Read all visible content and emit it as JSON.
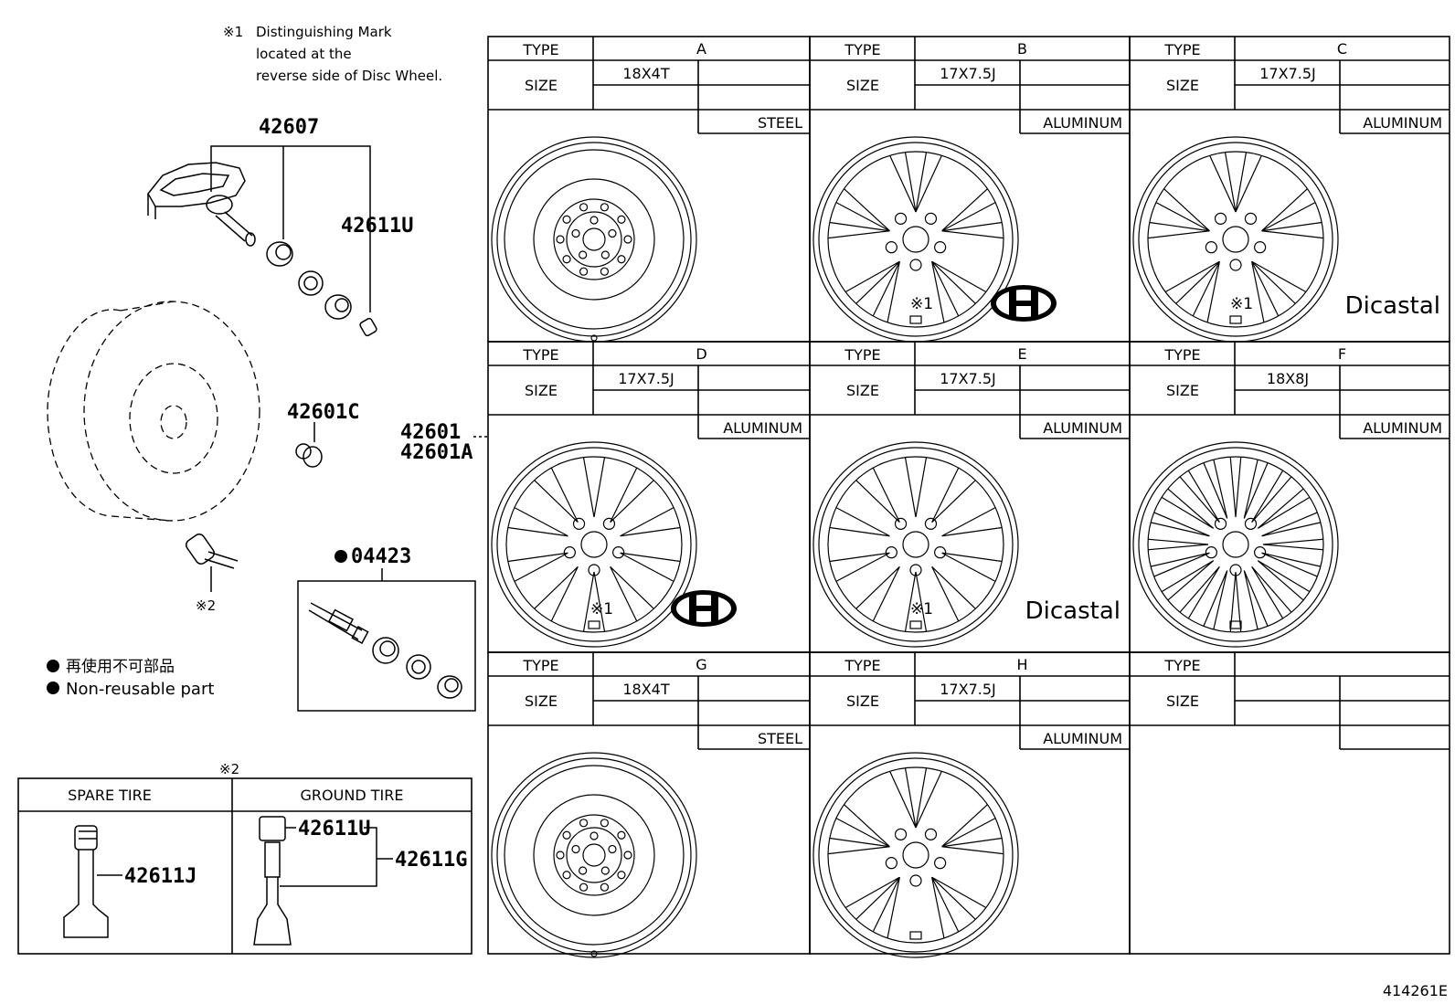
{
  "note1": {
    "mark": "※1",
    "lines": [
      "Distinguishing Mark",
      "located at the",
      "reverse side of Disc Wheel."
    ]
  },
  "parts": {
    "p42607": "42607",
    "p42611U": "42611U",
    "p42601C": "42601C",
    "p42601": "42601",
    "p42601A": "42601A",
    "p04423": "04423",
    "mark2": "※2"
  },
  "legend": {
    "ja": "再使用不可部品",
    "en": "Non-reusable part"
  },
  "tire_table": {
    "mark": "※2",
    "spare_header": "SPARE TIRE",
    "ground_header": "GROUND TIRE",
    "spare_part": "42611J",
    "ground_part_cap": "42611U",
    "ground_part": "42611G"
  },
  "wheel_table": {
    "type_label": "TYPE",
    "size_label": "SIZE",
    "cells": [
      {
        "type": "A",
        "size": "18X4T",
        "material": "STEEL",
        "style": "steel",
        "mark": "",
        "logo": ""
      },
      {
        "type": "B",
        "size": "17X7.5J",
        "material": "ALUMINUM",
        "style": "spoke5v",
        "mark": "※1",
        "logo": "H"
      },
      {
        "type": "C",
        "size": "17X7.5J",
        "material": "ALUMINUM",
        "style": "spoke5v",
        "mark": "※1",
        "logo": "Dicastal"
      },
      {
        "type": "D",
        "size": "17X7.5J",
        "material": "ALUMINUM",
        "style": "spoke10",
        "mark": "※1",
        "logo": "H"
      },
      {
        "type": "E",
        "size": "17X7.5J",
        "material": "ALUMINUM",
        "style": "spoke10",
        "mark": "※1",
        "logo": "Dicastal"
      },
      {
        "type": "F",
        "size": "18X8J",
        "material": "ALUMINUM",
        "style": "spoke20",
        "mark": "",
        "logo": ""
      },
      {
        "type": "G",
        "size": "18X4T",
        "material": "STEEL",
        "style": "steel",
        "mark": "",
        "logo": ""
      },
      {
        "type": "H",
        "size": "17X7.5J",
        "material": "ALUMINUM",
        "style": "spoke5v",
        "mark": "",
        "logo": ""
      },
      {
        "type": "",
        "size": "",
        "material": "",
        "style": "",
        "mark": "",
        "logo": ""
      }
    ]
  },
  "figure_id": "414261E"
}
